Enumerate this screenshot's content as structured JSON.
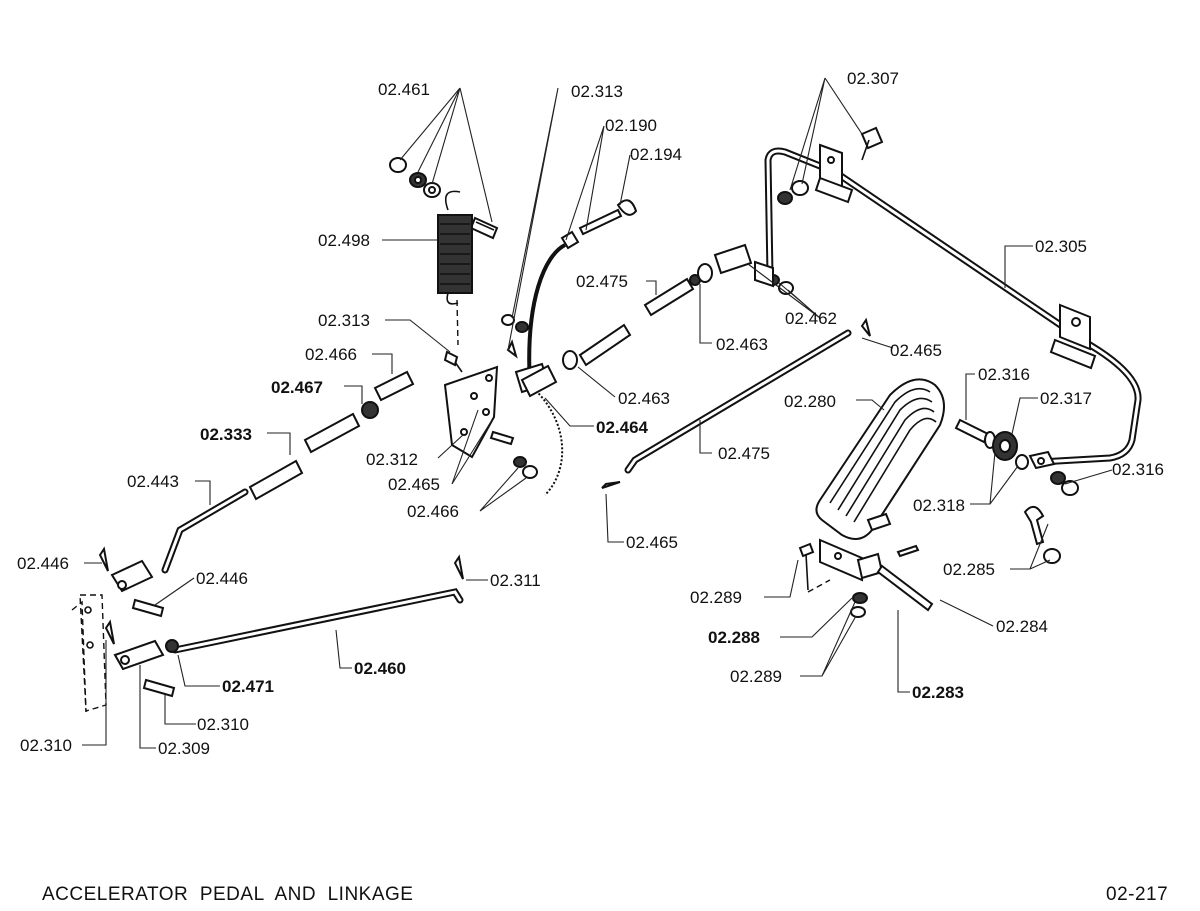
{
  "title": "ACCELERATOR  PEDAL  AND  LINKAGE",
  "page_code": "02-217",
  "labels": {
    "p02_461": "02.461",
    "p02_313_top": "02.313",
    "p02_190": "02.190",
    "p02_194": "02.194",
    "p02_307": "02.307",
    "p02_498": "02.498",
    "p02_305": "02.305",
    "p02_475_top": "02.475",
    "p02_313_mid": "02.313",
    "p02_462": "02.462",
    "p02_465_right": "02.465",
    "p02_466_top": "02.466",
    "p02_463_a": "02.463",
    "p02_467": "02.467",
    "p02_316_top": "02.316",
    "p02_463_b": "02.463",
    "p02_280": "02.280",
    "p02_317": "02.317",
    "p02_333": "02.333",
    "p02_464": "02.464",
    "p02_312": "02.312",
    "p02_475_mid": "02.475",
    "p02_443": "02.443",
    "p02_316_bot": "02.316",
    "p02_465_mid": "02.465",
    "p02_318": "02.318",
    "p02_466_bot": "02.466",
    "p02_465_low": "02.465",
    "p02_446_left": "02.446",
    "p02_285": "02.285",
    "p02_446_right": "02.446",
    "p02_311": "02.311",
    "p02_289_a": "02.289",
    "p02_284": "02.284",
    "p02_288": "02.288",
    "p02_460": "02.460",
    "p02_289_b": "02.289",
    "p02_471": "02.471",
    "p02_283": "02.283",
    "p02_310_a": "02.310",
    "p02_310_b": "02.310",
    "p02_309": "02.309"
  }
}
